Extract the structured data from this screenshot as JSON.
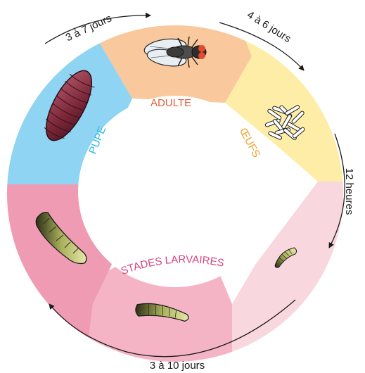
{
  "diagram": {
    "stages": {
      "adulte": "ADULTE",
      "oeufs": "ŒUFS",
      "larves": "STADES LARVAIRES",
      "pupe": "PUPE"
    },
    "durations": {
      "pupe_to_adulte": "3 à 7 jours",
      "adulte_to_oeufs": "4 à 6 jours",
      "oeufs_to_larves": "12 heures",
      "larves_to_pupe": "3 à 10 jours"
    },
    "colors": {
      "adulte": "#f9c89c",
      "oeufs": "#fdeda6",
      "larve1": "#f9d7df",
      "larve2": "#f4b4c6",
      "larve3": "#ef9bb3",
      "pupe": "#8fd4f2",
      "adulte_text": "#e2603a",
      "oeufs_text": "#f0a12a",
      "larves_text": "#d6427e",
      "pupe_text": "#28b7e8"
    },
    "icons": [
      "fly-icon",
      "eggs-icon",
      "larva-icon",
      "pupa-icon"
    ]
  }
}
